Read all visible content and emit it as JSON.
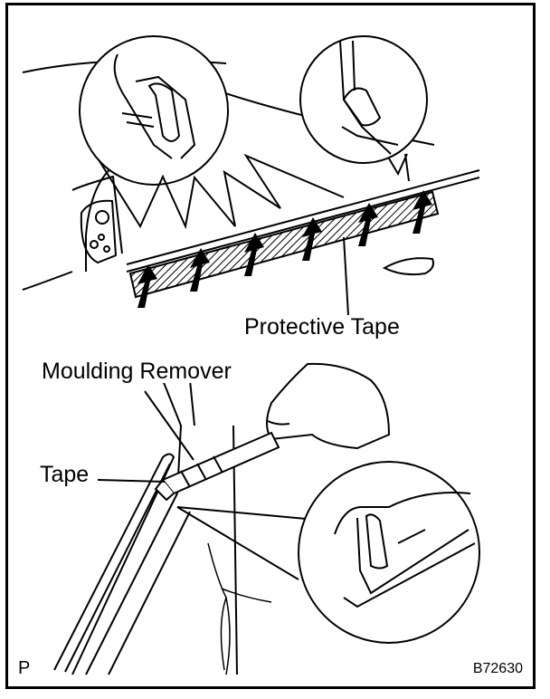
{
  "labels": {
    "protective_tape": "Protective Tape",
    "moulding_remover": "Moulding Remover",
    "tape": "Tape"
  },
  "corner": {
    "left_mark": "P",
    "figure_code": "B72630"
  },
  "colors": {
    "ink": "#000000",
    "paper": "#ffffff"
  }
}
